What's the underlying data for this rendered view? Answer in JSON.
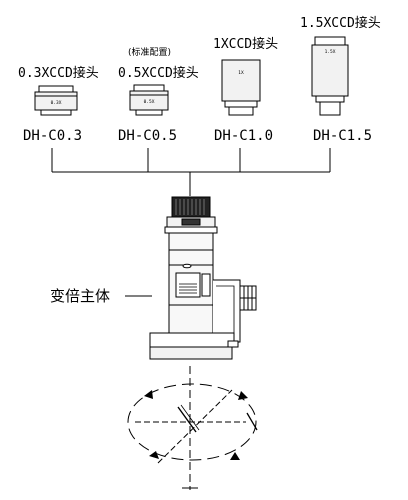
{
  "adapters": [
    {
      "title": "0.3XCCD接头",
      "code": "DH-C0.3",
      "mark": "0.3X"
    },
    {
      "title": "0.5XCCD接头",
      "note": "(标准配置)",
      "code": "DH-C0.5",
      "mark": "0.5X"
    },
    {
      "title": "1XCCD接头",
      "code": "DH-C1.0",
      "mark": "1X"
    },
    {
      "title": "1.5XCCD接头",
      "code": "DH-C1.5",
      "mark": "1.5X"
    }
  ],
  "zoom_body": {
    "label": "变倍主体"
  },
  "colors": {
    "ink": "#000000",
    "tube": "#f2f2f2",
    "dark": "#222222",
    "paper": "#ffffff"
  }
}
